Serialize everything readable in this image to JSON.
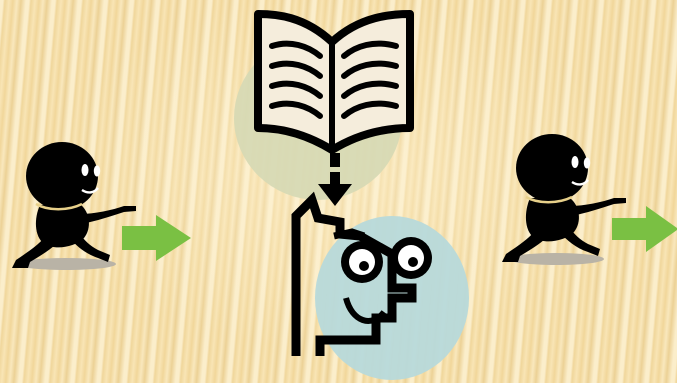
{
  "slide": {
    "background_color": "#f6dfa8",
    "stripe_color": "#d8b062",
    "figure_color": "#000000",
    "shadow_color": "#b9b3a6",
    "arrow_color": "#7ac043",
    "book_circle_color": "#d6d9b4",
    "head_circle_color": "#b7d9da",
    "icons": [
      "running-pointing-figure",
      "green-arrow-right",
      "open-book",
      "dashed-arrow-down",
      "thinking-face",
      "running-pointing-figure",
      "green-arrow-right"
    ]
  }
}
